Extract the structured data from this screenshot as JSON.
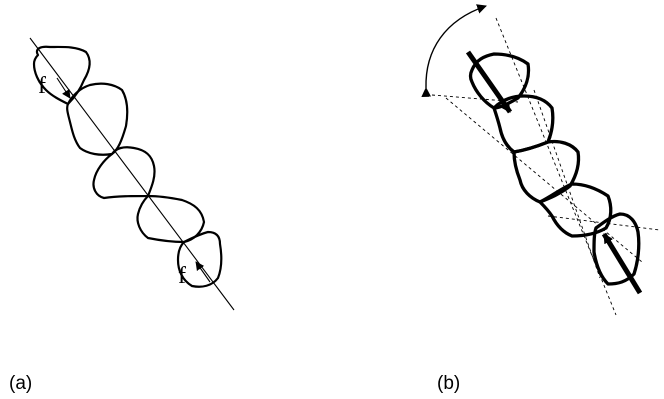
{
  "panels": [
    {
      "id": "a",
      "label": "(a)",
      "force_labels": [
        "f",
        "f"
      ]
    },
    {
      "id": "b",
      "label": "(b)"
    }
  ]
}
